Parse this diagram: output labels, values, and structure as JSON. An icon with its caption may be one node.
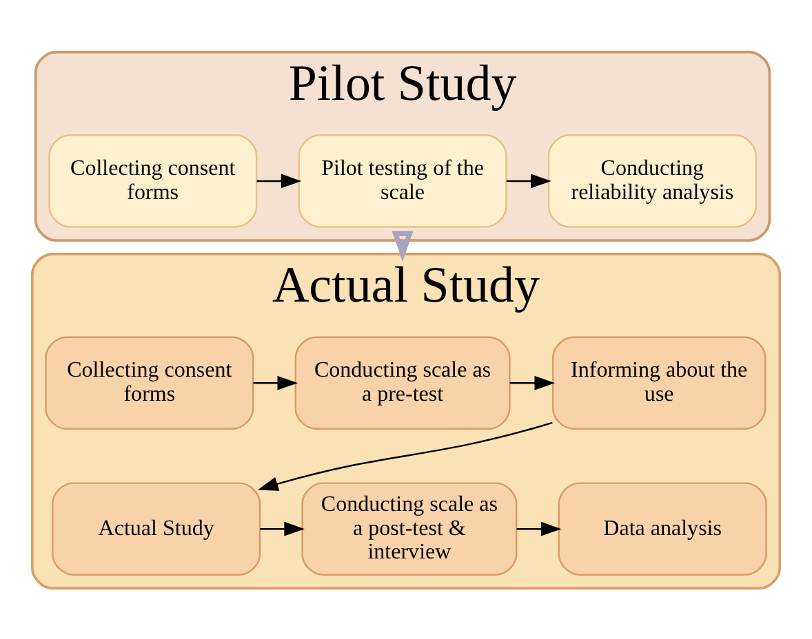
{
  "diagram": {
    "nodes": [
      {
        "text": [
          "Pilot Study"
        ]
      },
      {
        "text": [
          "Collecting consent forms"
        ],
        "in": 0
      },
      {
        "text": [
          "Pilot testing of the scale"
        ],
        "in": 0
      },
      {
        "text": [
          "Conducting reliability analysis"
        ],
        "in": 0
      },
      {
        "text": [
          "Actual Study"
        ]
      },
      {
        "text": [
          "Collecting consent forms"
        ],
        "in": 4
      },
      {
        "text": [
          "Conducting scale as a pre-test"
        ],
        "in": 4
      },
      {
        "text": [
          "Informing about the use"
        ],
        "in": 4
      },
      {
        "text": [
          "Actual Study"
        ],
        "in": 4
      },
      {
        "text": [
          "Conducting scale as a post-test & interview"
        ],
        "in": 4
      },
      {
        "text": [
          "Data analysis"
        ],
        "in": 4
      }
    ],
    "edges": [
      {
        "from": 1,
        "to": 2,
        "arrow": "to"
      },
      {
        "from": 2,
        "to": 3,
        "arrow": "to"
      },
      {
        "from": 0,
        "to": 4,
        "arrow": "to",
        "style": "thick",
        "color": "#a9a3c0"
      },
      {
        "from": 5,
        "to": 6,
        "arrow": "to"
      },
      {
        "from": 6,
        "to": 7,
        "arrow": "to"
      },
      {
        "from": 7,
        "to": 8,
        "arrow": "to"
      },
      {
        "from": 8,
        "to": 9,
        "arrow": "to"
      },
      {
        "from": 9,
        "to": 10,
        "arrow": "to"
      }
    ]
  }
}
